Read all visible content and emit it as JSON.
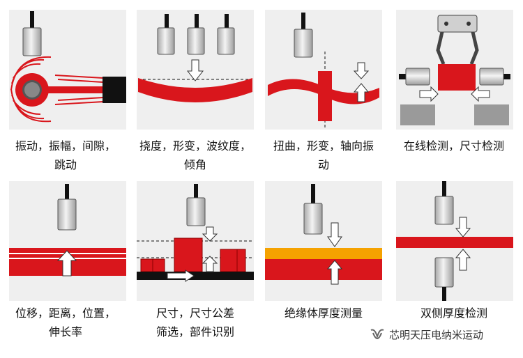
{
  "captions": [
    {
      "lines": [
        "振动，振幅，间隙，",
        "跳动"
      ]
    },
    {
      "lines": [
        "挠度，形变，波纹度，",
        "倾角"
      ]
    },
    {
      "lines": [
        "扭曲，形变，轴向振",
        "动"
      ]
    },
    {
      "lines": [
        "在线检测，尺寸检测"
      ]
    },
    {
      "lines": [
        "位移，距离，位置，",
        "伸长率"
      ]
    },
    {
      "lines": [
        "尺寸，尺寸公差",
        "筛选，部件识别"
      ]
    },
    {
      "lines": [
        "绝缘体厚度测量"
      ]
    },
    {
      "lines": [
        "双侧厚度检测"
      ]
    }
  ],
  "watermark": {
    "text": "芯明天压电纳米运动",
    "icon": "wechat-channel-icon"
  },
  "colors": {
    "red": "#d9161c",
    "orange": "#f5a200",
    "panel": "#efefef",
    "black": "#111111",
    "sensor": "#d6d6d6",
    "gray_block": "#9a9a9a"
  }
}
